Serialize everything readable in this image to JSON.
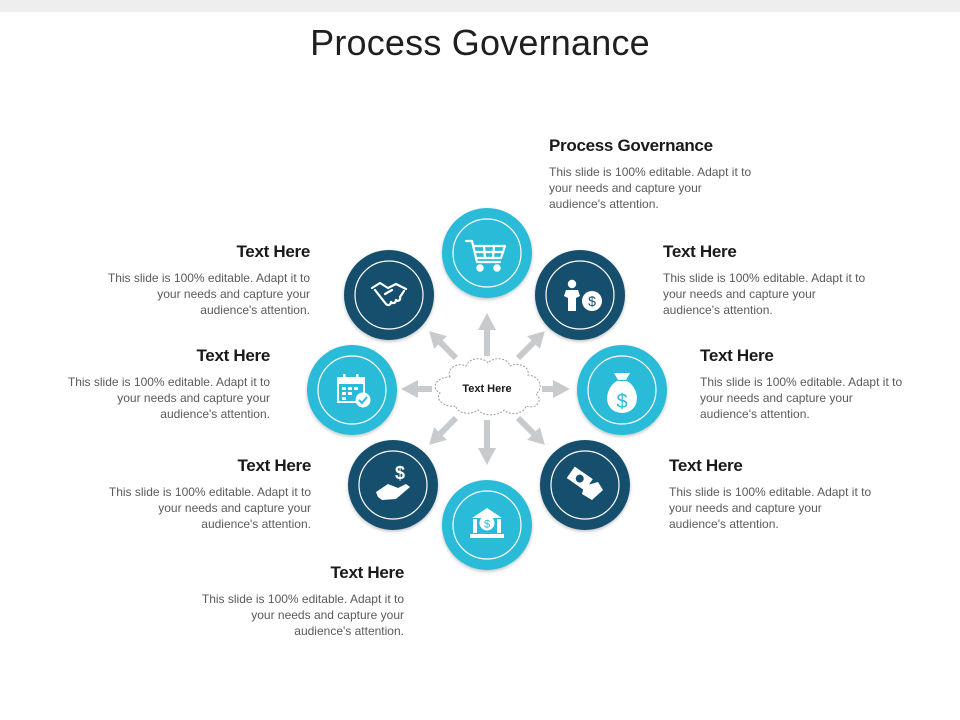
{
  "title": "Process Governance",
  "center_label": "Text Here",
  "colors": {
    "light": "#2bbbd8",
    "dark": "#17506e",
    "arrow": "#c8cbce"
  },
  "blocks": {
    "top": {
      "heading": "Process Governance",
      "body": "This slide is 100% editable. Adapt it to your needs and capture your audience's attention."
    },
    "right1": {
      "heading": "Text Here",
      "body": "This slide is 100% editable. Adapt it to your needs and capture your audience's attention."
    },
    "right2": {
      "heading": "Text Here",
      "body": "This slide is 100% editable. Adapt it to your needs and capture your audience's attention."
    },
    "right3": {
      "heading": "Text Here",
      "body": "This slide is 100% editable. Adapt it to your needs and capture your audience's attention."
    },
    "left1": {
      "heading": "Text Here",
      "body": "This slide is 100% editable. Adapt it to your needs and capture your audience's attention."
    },
    "left2": {
      "heading": "Text Here",
      "body": "This slide is 100% editable. Adapt it to your needs and capture your audience's attention."
    },
    "left3": {
      "heading": "Text Here",
      "body": "This slide is 100% editable. Adapt it to your needs and capture your audience's attention."
    },
    "bottom": {
      "heading": "Text Here",
      "body": "This slide is 100% editable. Adapt it to your needs and capture your audience's attention."
    }
  },
  "icons": [
    "cart-icon",
    "businessman-dollar-icon",
    "money-bag-icon",
    "cash-hand-icon",
    "bank-icon",
    "hand-dollar-icon",
    "calendar-check-icon",
    "handshake-icon"
  ]
}
